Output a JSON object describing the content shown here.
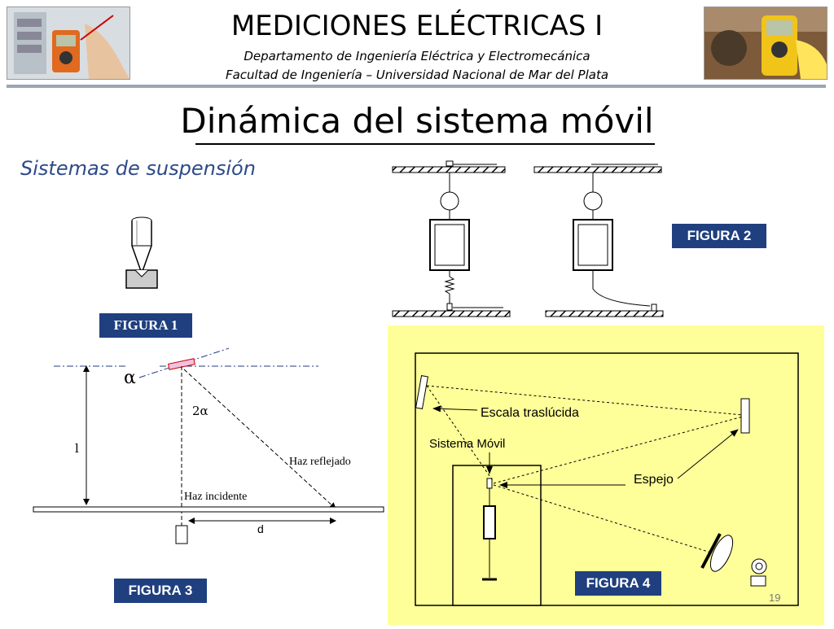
{
  "header": {
    "course_title": "MEDICIONES ELÉCTRICAS I",
    "department": "Departamento de Ingeniería Eléctrica y Electromecánica",
    "faculty": "Facultad de Ingeniería – Universidad Nacional de Mar del Plata"
  },
  "slide_title": "Dinámica del sistema móvil",
  "section_title": "Sistemas de suspensión",
  "figures": {
    "fig1": "FIGURA 1",
    "fig2": "FIGURA 2",
    "fig3": "FIGURA 3",
    "fig4": "FIGURA 4"
  },
  "figure3": {
    "alpha": "α",
    "two_alpha": "2α",
    "length": "l",
    "reflected": "Haz reflejado",
    "incident": "Haz incidente",
    "distance": "d"
  },
  "figure4": {
    "scale": "Escala traslúcida",
    "moving_system": "Sistema Móvil",
    "mirror": "Espejo"
  },
  "slide_number": "19",
  "colors": {
    "label_bg": "#1f3f7f",
    "panel_bg": "#ffff99",
    "section_text": "#2e4a8a"
  }
}
